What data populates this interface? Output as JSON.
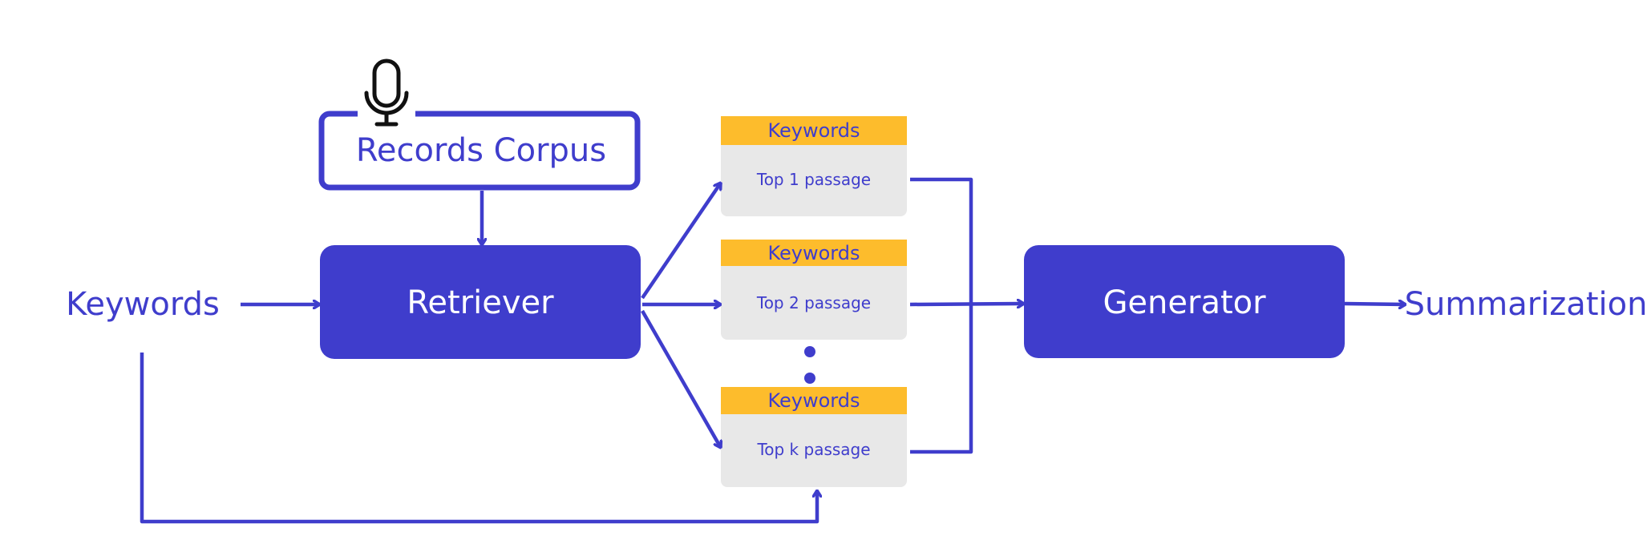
{
  "colors": {
    "accent": "#3f3dcc",
    "header": "#fdbc2c",
    "passage_bg": "#e8e8e8",
    "text_on_accent": "#ffffff"
  },
  "input": {
    "label": "Keywords"
  },
  "corpus": {
    "label": "Records Corpus",
    "icon": "microphone-icon"
  },
  "retriever": {
    "label": "Retriever"
  },
  "passages": [
    {
      "header": "Keywords",
      "label": "Top 1 passage"
    },
    {
      "header": "Keywords",
      "label": "Top 2 passage"
    },
    {
      "header": "Keywords",
      "label": "Top k passage"
    }
  ],
  "generator": {
    "label": "Generator"
  },
  "output": {
    "label": "Summarization"
  }
}
